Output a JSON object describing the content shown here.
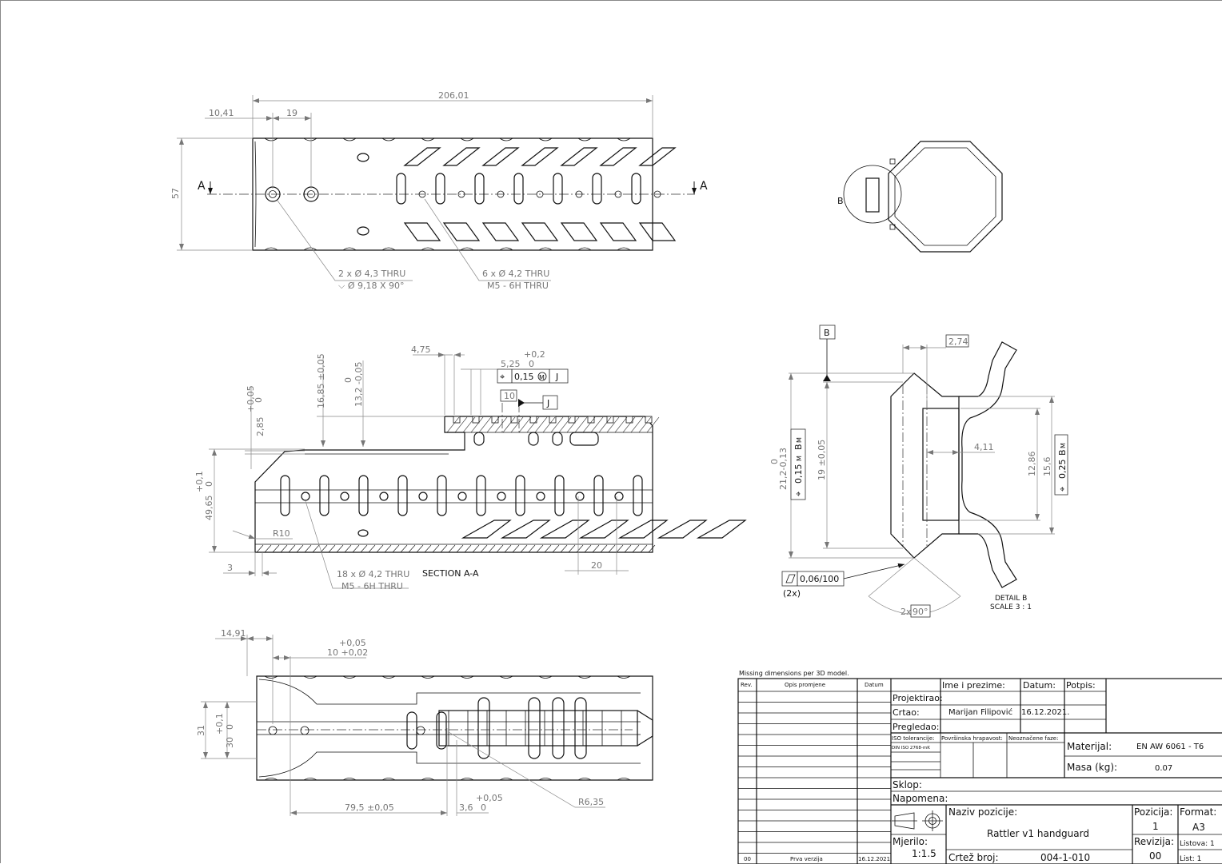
{
  "views": {
    "top": {
      "section_marker": "A",
      "dims": {
        "overall_length": "206,01",
        "offset_1": "10,41",
        "pitch_1": "19",
        "height": "57"
      },
      "callout_1": {
        "line1": "2 x Ø 4,3 THRU",
        "line2": "⌵ Ø 9,18 X 90°"
      },
      "callout_2": {
        "line1": "6 x Ø 4,2 THRU",
        "line2": "M5 - 6H THRU"
      }
    },
    "end": {
      "detail_label": "B"
    },
    "section": {
      "title": "SECTION A-A",
      "dims": {
        "d475": "4,75",
        "d525": "5,25",
        "d525_tol_upper": "+0,2",
        "d525_tol_lower": "0",
        "d1685": "16,85 ±0,05",
        "d132": "13,2 -0,05",
        "d132_tol_upper": "0",
        "d285": "2,85",
        "d285_tol_upper": "+0,05",
        "d285_tol_lower": "0",
        "d4965": "49,65",
        "d4965_tol_upper": "+0,1",
        "d4965_tol_lower": "0",
        "r10": "R10",
        "d3": "3",
        "d20": "20",
        "basic10": "10"
      },
      "fcf": {
        "symbol": "⌖",
        "tolerance": "0,15",
        "modifier": "M",
        "datum": "J"
      },
      "datum_j": "J",
      "callout": {
        "line1": "18 x Ø 4,2 THRU",
        "line2": "M5 - 6H THRU"
      }
    },
    "bottom": {
      "dims": {
        "d1491": "14,91",
        "d10": "10 +0,02",
        "d10_upper": "+0,05",
        "d31": "31",
        "d30": "30",
        "d30_upper": "+0,1",
        "d30_lower": "0",
        "d795": "79,5 ±0,05",
        "d36": "3,6",
        "d36_upper": "+0,05",
        "d36_lower": "0",
        "r635": "R6,35"
      }
    },
    "detail_b": {
      "datum": "B",
      "d274": "2,74",
      "d212": "21,2-0,13",
      "d212_upper": "0",
      "d19": "19 ±0,05",
      "d411": "4,11",
      "d1286": "12,86",
      "d156": "15,6",
      "fcf_left": {
        "tolerance": "0,15",
        "modifier": "M",
        "datum": "B",
        "datum_mod": "M"
      },
      "fcf_right": {
        "tolerance": "0,25",
        "datum": "B",
        "datum_mod": "M"
      },
      "flatness": "0,06/100",
      "flatness_count": "(2x)",
      "angle": "90°",
      "angle_count": "2x",
      "title": "DETAIL B",
      "scale": "SCALE 3 : 1"
    }
  },
  "title_block": {
    "note": "Missing dimensions per 3D model.",
    "rev_headers": {
      "rev": "Rev.",
      "desc": "Opis promjene",
      "date": "Datum"
    },
    "rev_rows": [
      {
        "rev": "00",
        "desc": "Prva verzija",
        "date": "16.12.2021."
      }
    ],
    "headers": {
      "name": "Ime i prezime:",
      "date": "Datum:",
      "signature": "Potpis:"
    },
    "roles": {
      "designed": "Projektirao:",
      "drawn": "Crtao:",
      "checked": "Pregledao:"
    },
    "drawn_by": "Marijan Filipović",
    "drawn_date": "16.12.2021.",
    "iso_tol_label": "ISO tolerancije:",
    "iso_tol_value": "DIN ISO 2768-mK",
    "roughness_label": "Površinska hrapavost:",
    "chamfer_label": "Neoznačene faze:",
    "material_label": "Materijal:",
    "material_value": "EN AW 6061 - T6",
    "mass_label": "Masa (kg):",
    "mass_value": "0.07",
    "assembly_label": "Sklop:",
    "remark_label": "Napomena:",
    "part_name_label": "Naziv pozicije:",
    "part_name": "Rattler v1 handguard",
    "scale_label": "Mjerilo:",
    "scale_value": "1:1.5",
    "drawing_no_label": "Crtež broj:",
    "drawing_no": "004-1-010",
    "position_label": "Pozicija:",
    "position_value": "1",
    "revision_label": "Revizija:",
    "revision_value": "00",
    "format_label": "Format:",
    "format_value": "A3",
    "sheets_label": "Listova: 1",
    "sheet_label": "List: 1"
  }
}
